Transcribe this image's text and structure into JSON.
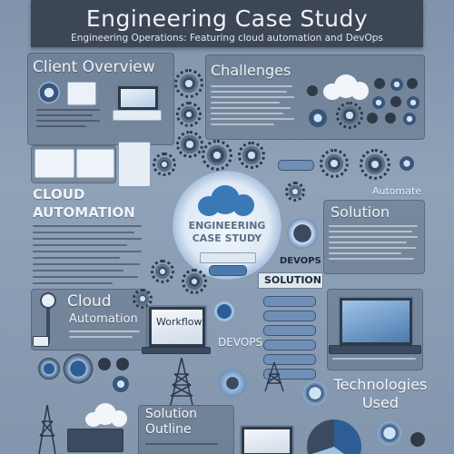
{
  "header": {
    "title": "Engineering Case Study",
    "subtitle": "Engineering Operations: Featuring cloud automation and DevOps"
  },
  "labels": {
    "client_overview": "Client Overview",
    "challenges": "Challenges",
    "cloud_automation_big": "CLOUD AUTOMATION",
    "solution": "Solution",
    "automate": "Automate",
    "devops_right": "DEVOPS",
    "center_badge": "ENGINEERING CASE STUDY",
    "solution_tag": "SOLUTION",
    "cloud": "Cloud",
    "automation": "Automation",
    "workflow": "Workflow",
    "devops_lower": "DEVOPS",
    "technologies_used": "Technologies Used",
    "solution_outline": "Solution Outline"
  },
  "colors": {
    "header_bg": "#3c4654",
    "poster_bg": "#8a9cb2",
    "accent_blue": "#4c79ad",
    "cloud_white": "#f2f6fb"
  }
}
